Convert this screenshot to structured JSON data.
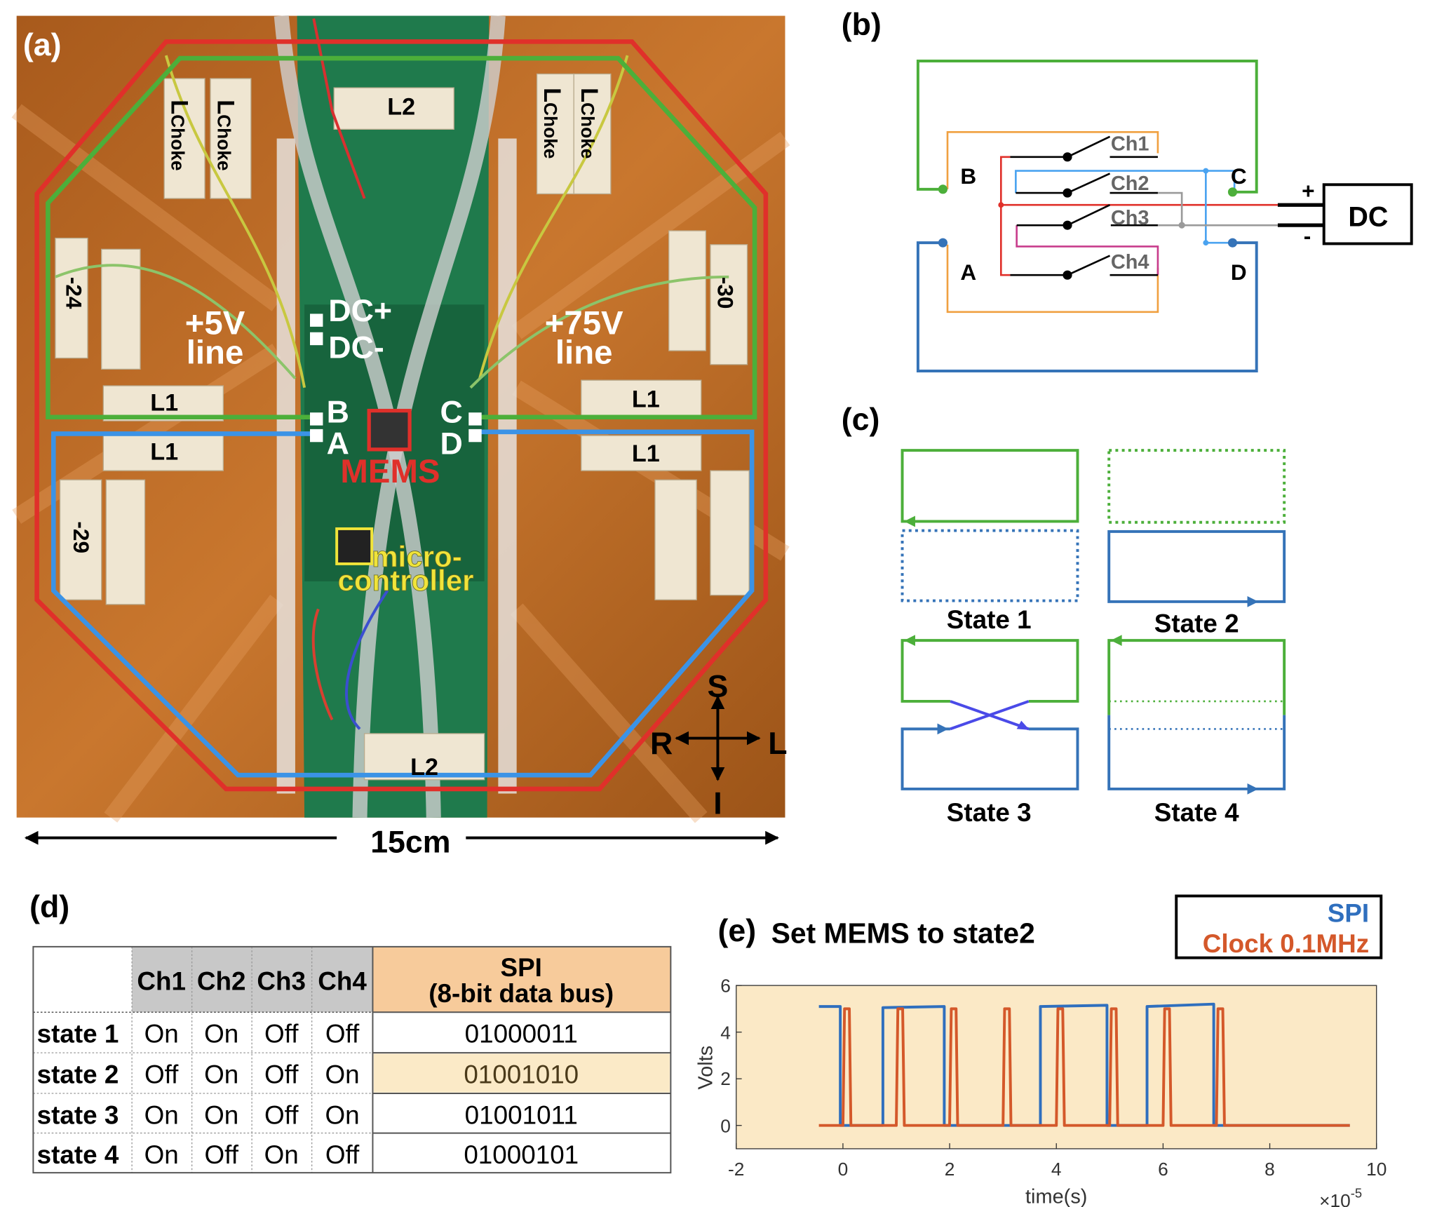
{
  "panel_a": {
    "label": "(a)",
    "choke_labels": [
      [
        "L",
        "Choke"
      ],
      [
        "L",
        "Choke"
      ],
      [
        "L",
        "Choke"
      ],
      [
        "L",
        "Choke"
      ]
    ],
    "l2": "L2",
    "l1": "L1",
    "hand_marks": [
      "-24",
      "-30",
      "-29"
    ],
    "line5v": [
      "+5V",
      "line"
    ],
    "line75v": [
      "+75V",
      "line"
    ],
    "dc_plus": "DC+",
    "dc_minus": "DC-",
    "pads": {
      "b": "B",
      "a": "A",
      "c": "C",
      "d": "D"
    },
    "mems": "MEMS",
    "micro": [
      "micro-",
      "controller"
    ],
    "compass": {
      "s": "S",
      "r": "R",
      "l": "L",
      "i": "I"
    },
    "scale": "15cm",
    "colors": {
      "red_loop": "#e0302a",
      "green_loop": "#4caf3a",
      "blue_loop": "#3b93e6",
      "mems_box": "#e0302a",
      "micro_box": "#f0e43a"
    }
  },
  "panel_b": {
    "label": "(b)",
    "nodes": {
      "b": "B",
      "c": "C",
      "a": "A",
      "d": "D"
    },
    "channels": [
      "Ch1",
      "Ch2",
      "Ch3",
      "Ch4"
    ],
    "dc": "DC",
    "plus": "+",
    "minus": "-"
  },
  "panel_c": {
    "label": "(c)",
    "states": [
      "State 1",
      "State 2",
      "State 3",
      "State 4"
    ]
  },
  "panel_d": {
    "label": "(d)",
    "headers": [
      "Ch1",
      "Ch2",
      "Ch3",
      "Ch4"
    ],
    "spi_header": [
      "SPI",
      "(8-bit data bus)"
    ],
    "rows": [
      {
        "state": "state 1",
        "ch": [
          "On",
          "On",
          "Off",
          "Off"
        ],
        "spi": "01000011"
      },
      {
        "state": "state 2",
        "ch": [
          "Off",
          "On",
          "Off",
          "On"
        ],
        "spi": "01001010"
      },
      {
        "state": "state 3",
        "ch": [
          "On",
          "On",
          "Off",
          "On"
        ],
        "spi": "01001011"
      },
      {
        "state": "state 4",
        "ch": [
          "On",
          "Off",
          "On",
          "Off"
        ],
        "spi": "01000101"
      }
    ],
    "highlight_row": 1,
    "colors": {
      "header_gray": "#c8c8c8",
      "spi_header": "#f7cb9b",
      "highlight": "#fbeac7"
    }
  },
  "panel_e": {
    "label": "(e)",
    "title": "Set MEMS to state2"
  },
  "chart_data": {
    "type": "line",
    "title": "Set MEMS to state2",
    "xlabel": "time(s)",
    "ylabel": "Volts",
    "x_multiplier": "×10",
    "x_multiplier_exp": "-5",
    "xlim": [
      -2,
      10
    ],
    "ylim": [
      -1,
      6
    ],
    "xticks": [
      "-2",
      "0",
      "2",
      "4",
      "6",
      "8",
      "10"
    ],
    "yticks": [
      "0",
      "2",
      "4",
      "6"
    ],
    "background": "#fbe9c6",
    "legend_position": "top-right",
    "series": [
      {
        "name": "SPI",
        "color": "#2f6fbe",
        "x": [
          -0.45,
          -0.05,
          -0.05,
          0.75,
          0.75,
          1.9,
          1.9,
          3.7,
          3.7,
          4.95,
          4.95,
          5.7,
          5.7,
          6.95,
          6.95,
          9.5
        ],
        "y": [
          5.1,
          5.1,
          0,
          0,
          5.05,
          5.1,
          0,
          0,
          5.1,
          5.15,
          0,
          0,
          5.1,
          5.2,
          0,
          0
        ]
      },
      {
        "name": "Clock 0.1MHz",
        "color": "#d4582a",
        "x": [
          -0.45,
          0,
          0.03,
          0.12,
          0.15,
          1,
          1.03,
          1.12,
          1.15,
          2,
          2.03,
          2.12,
          2.15,
          3,
          3.03,
          3.12,
          3.15,
          4,
          4.03,
          4.12,
          4.15,
          5,
          5.03,
          5.12,
          5.15,
          6,
          6.03,
          6.12,
          6.15,
          7,
          7.03,
          7.12,
          7.15,
          9.5
        ],
        "y": [
          0,
          0,
          5,
          5,
          0,
          0,
          5,
          5,
          0,
          0,
          5,
          5,
          0,
          0,
          5,
          5,
          0,
          0,
          5,
          5,
          0,
          0,
          5,
          5,
          0,
          0,
          5,
          5,
          0,
          0,
          5,
          5,
          0,
          0
        ]
      }
    ]
  }
}
